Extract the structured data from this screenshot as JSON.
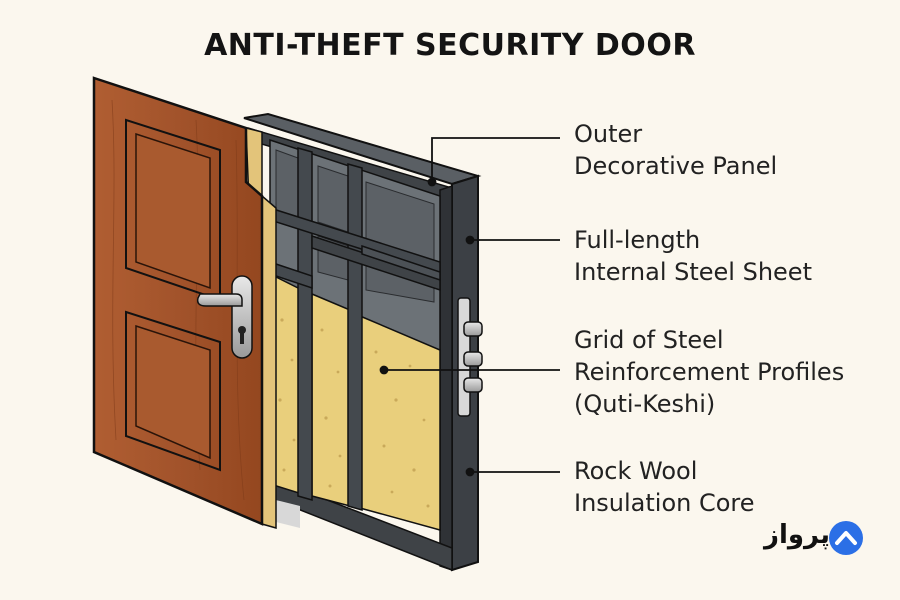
{
  "title": "ANTI-THEFT SECURITY DOOR",
  "labels": [
    {
      "line1": "Outer",
      "line2": "Decorative Panel"
    },
    {
      "line1": "Full-length",
      "line2": "Internal Steel Sheet"
    },
    {
      "line1": "Grid of Steel",
      "line2": "Reinforcement Profiles",
      "line3": "(Quti-Keshi)"
    },
    {
      "line1": "Rock Wool",
      "line2": "Insulation Core"
    }
  ],
  "brand": {
    "name": "پرواز",
    "logo_icon": "chevron-up-icon"
  },
  "colors": {
    "wood": "#a2532b",
    "steel_frame": "#3f4347",
    "steel_sheet": "#6c7277",
    "insulation": "#e9cf7c",
    "brand_blue": "#2b6fe6"
  }
}
